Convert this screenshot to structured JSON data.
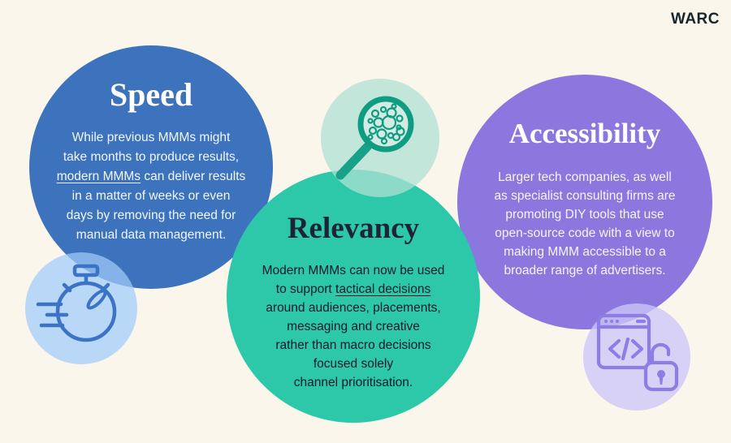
{
  "logo": {
    "text": "WARC"
  },
  "colors": {
    "background": "#faf6ec",
    "speed_circle": "#3d72bd",
    "relevancy_circle": "#2cc8a9",
    "accessibility_circle": "#8b77dd",
    "stopwatch_bubble": "rgba(160,202,250,0.72)",
    "magnifier_bubble": "rgba(175,224,211,0.75)",
    "codelock_bubble": "rgba(205,198,248,0.78)",
    "heading_dark": "#1e2438",
    "body_dark": "#121a2b",
    "logo_color": "#14262e",
    "stopwatch_stroke": "#3b74c4",
    "magnifier_stroke": "#0e9c82",
    "lock_stroke": "#8f7ce4"
  },
  "icons": {
    "stopwatch": "stopwatch-icon",
    "magnifier": "magnifying-glass-icon",
    "codelock": "open-source-code-lock-icon"
  },
  "sections": {
    "speed": {
      "title": "Speed",
      "lines": [
        [
          {
            "t": "While previous MMMs might"
          }
        ],
        [
          {
            "t": "take months to produce results,"
          }
        ],
        [
          {
            "t": "modern MMMs",
            "u": true
          },
          {
            "t": " can deliver results"
          }
        ],
        [
          {
            "t": "in a matter of weeks or even"
          }
        ],
        [
          {
            "t": "days by removing the need for"
          }
        ],
        [
          {
            "t": "manual data management."
          }
        ]
      ]
    },
    "relevancy": {
      "title": "Relevancy",
      "lines": [
        [
          {
            "t": "Modern MMMs can now be used"
          }
        ],
        [
          {
            "t": "to support "
          },
          {
            "t": "tactical decisions",
            "u": true
          }
        ],
        [
          {
            "t": "around audiences, placements,"
          }
        ],
        [
          {
            "t": "messaging and creative"
          }
        ],
        [
          {
            "t": "rather than macro decisions"
          }
        ],
        [
          {
            "t": "focused solely"
          }
        ],
        [
          {
            "t": "channel prioritisation."
          }
        ]
      ]
    },
    "accessibility": {
      "title": "Accessibility",
      "lines": [
        [
          {
            "t": "Larger tech companies, as well"
          }
        ],
        [
          {
            "t": "as specialist consulting firms are"
          }
        ],
        [
          {
            "t": "promoting DIY tools that use"
          }
        ],
        [
          {
            "t": "open-source code with a view to"
          }
        ],
        [
          {
            "t": "making MMM accessible to a"
          }
        ],
        [
          {
            "t": "broader range of advertisers."
          }
        ]
      ]
    }
  }
}
